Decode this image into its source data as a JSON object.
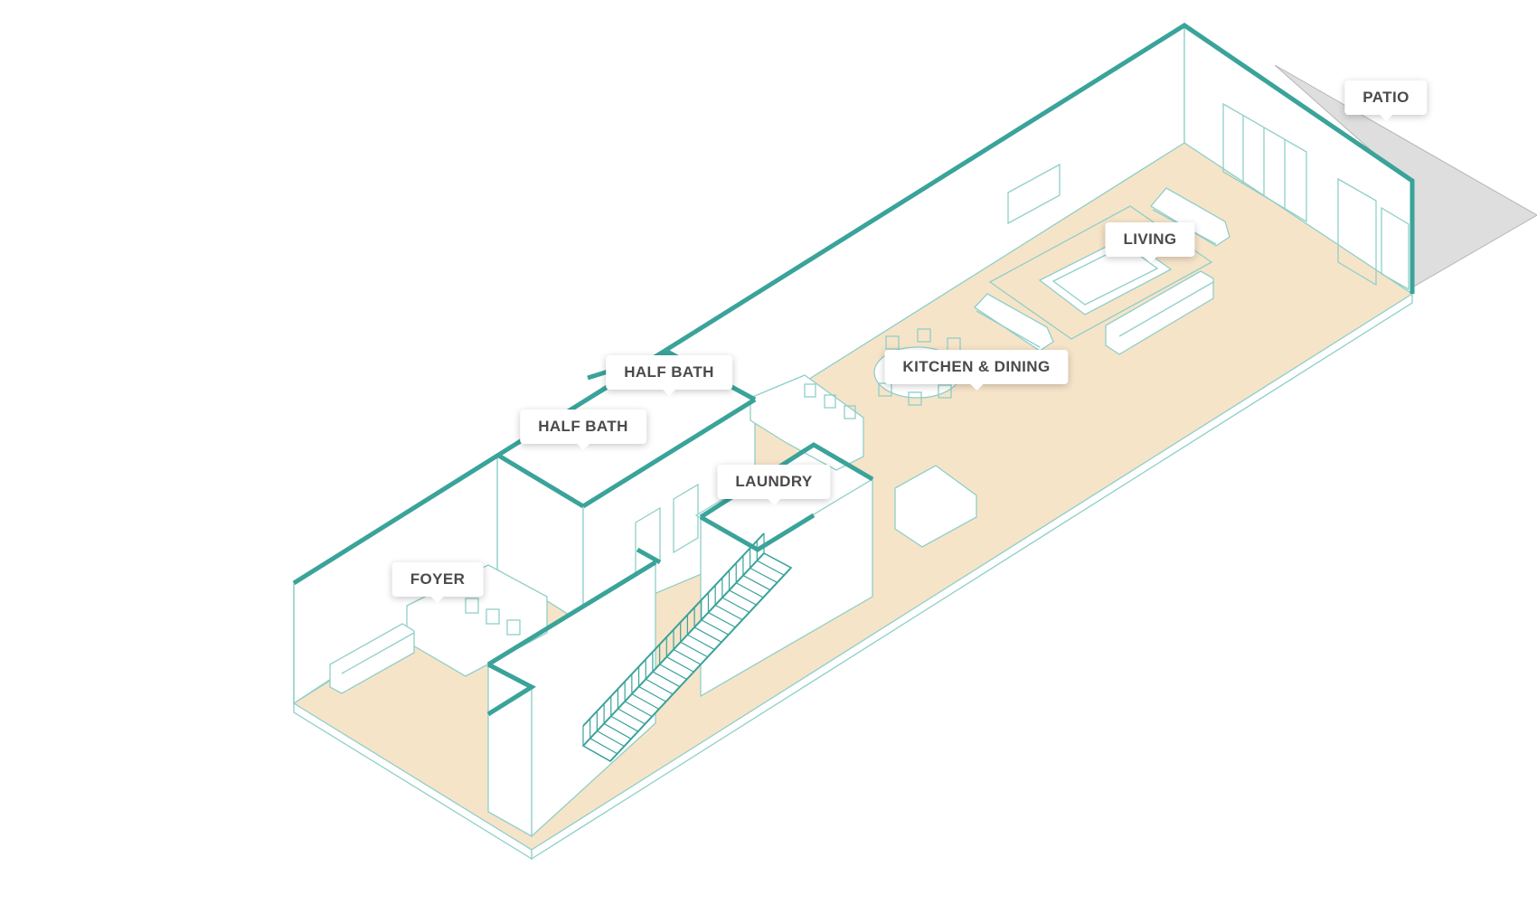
{
  "colors": {
    "wall": "#3aa39a",
    "wall_thin": "#8fcfc8",
    "floor": "#f6e4c9",
    "patio": "#dedede",
    "label_text": "#4a4a4a"
  },
  "labels": {
    "patio": "PATIO",
    "living": "LIVING",
    "kitchen_dining": "KITCHEN & DINING",
    "half_bath_upper": "HALF BATH",
    "half_bath_lower": "HALF BATH",
    "laundry": "LAUNDRY",
    "foyer": "FOYER"
  }
}
